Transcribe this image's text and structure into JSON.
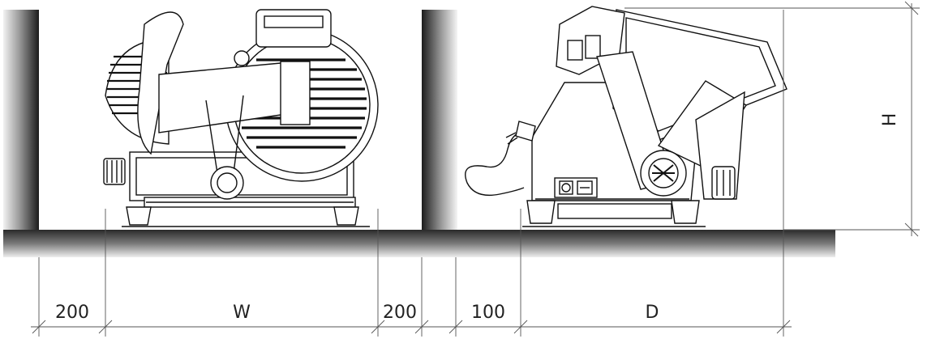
{
  "dimensions": {
    "left_clearance": "200",
    "width": "W",
    "right_clearance": "200",
    "rear_clearance": "100",
    "depth": "D",
    "height": "H"
  }
}
